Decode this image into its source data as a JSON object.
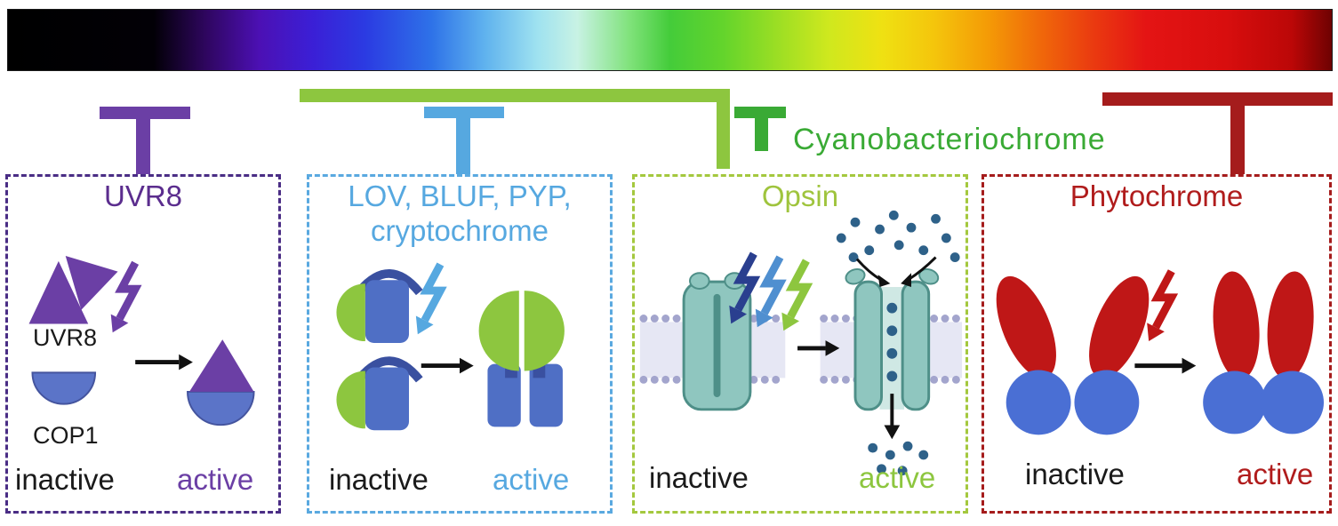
{
  "labels": {
    "cyanobacteriochrome": "Cyanobacteriochrome"
  },
  "panels": {
    "uvr8": {
      "title": "UVR8",
      "protein": "UVR8",
      "partner": "COP1",
      "inactive": "inactive",
      "active": "active"
    },
    "lov": {
      "title_line1": "LOV, BLUF, PYP,",
      "title_line2": "cryptochrome",
      "inactive": "inactive",
      "active": "active"
    },
    "opsin": {
      "title": "Opsin",
      "inactive": "inactive",
      "active": "active"
    },
    "phytochrome": {
      "title": "Phytochrome",
      "inactive": "inactive",
      "active": "active"
    }
  },
  "colors": {
    "uv_purple": "#5b2d8e",
    "shape_purple": "#6b3fa5",
    "light_blue": "#56a8e0",
    "royal_blue": "#4f6fc5",
    "navy": "#3a50a0",
    "green": "#8dc63f",
    "dark_green": "#3aaa35",
    "teal": "#8fc6bf",
    "teal_dark": "#4e8f88",
    "membrane_lavender": "#a3a5cd",
    "ion_blue": "#2e6189",
    "dark_red": "#a51c1c",
    "red": "#bf1717",
    "phytochrome_blue": "#4a6fd4",
    "text_black": "#1a1a1a"
  }
}
